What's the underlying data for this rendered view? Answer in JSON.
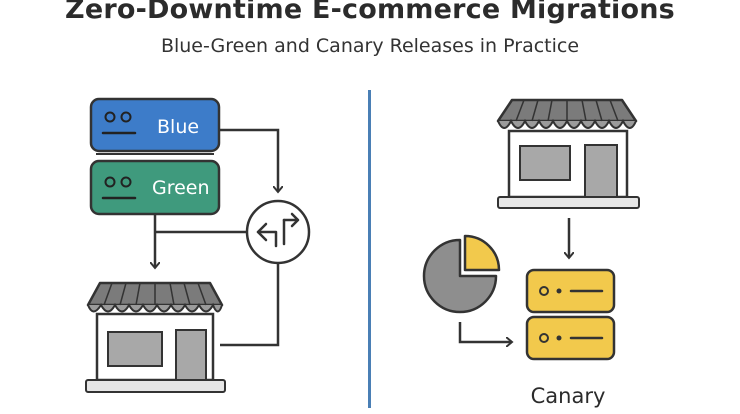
{
  "header": {
    "title": "Zero-Downtime E-commerce Migrations",
    "subtitle": "Blue-Green and Canary Releases in Practice"
  },
  "left_panel": {
    "blue_server_label": "Blue",
    "green_server_label": "Green"
  },
  "right_panel": {
    "canary_label": "Canary"
  },
  "colors": {
    "blue": "#3d7cc9",
    "green": "#3f9a7d",
    "yellow": "#f2c94c",
    "gray": "#8e8e8e",
    "divider": "#4a7fb5"
  },
  "icons": [
    "server-icon",
    "storefront-icon",
    "router-switch-icon",
    "pie-chart-icon",
    "arrow-icon"
  ]
}
